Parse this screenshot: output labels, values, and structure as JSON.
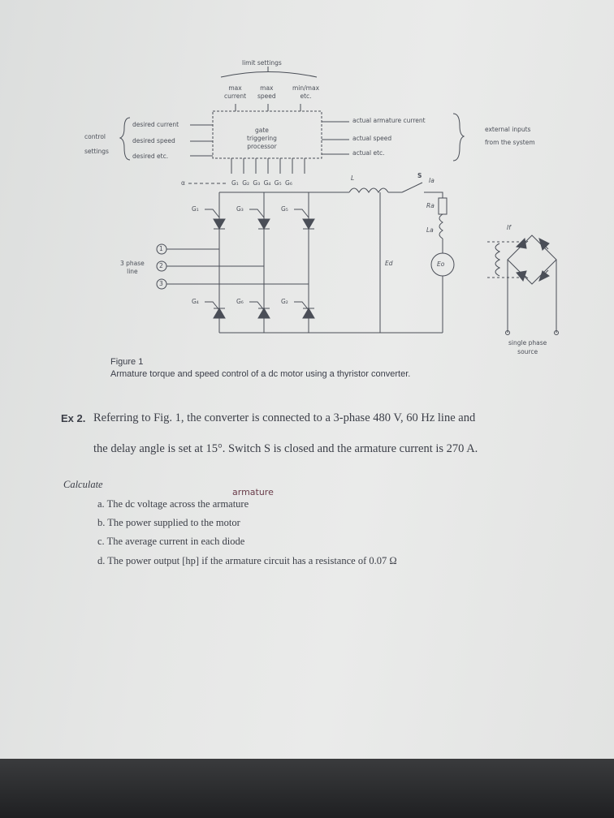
{
  "diagram": {
    "limit_settings": "limit settings",
    "max_current": "max\ncurrent",
    "max_speed": "max\nspeed",
    "min_max": "min/max\netc.",
    "control_settings": "control\nsettings",
    "desired_current": "desired current",
    "desired_speed": "desired speed",
    "desired_etc": "desired etc.",
    "gate_processor": "gate\ntriggering\nprocessor",
    "actual_armature_current": "actual armature current",
    "actual_speed": "actual speed",
    "actual_etc": "actual etc.",
    "external_inputs": "external inputs\nfrom the system",
    "alpha": "α",
    "gate_bus": "G₁  G₂  G₃  G₄  G₅  G₆",
    "g1": "G₁",
    "g3": "G₃",
    "g5": "G₅",
    "g4": "G₄",
    "g6": "G₆",
    "g2": "G₂",
    "phase_1": "1",
    "phase_2": "2",
    "phase_3": "3",
    "three_phase_line": "3 phase\nline",
    "inductor": "L",
    "switch": "S",
    "armature_current": "Ia",
    "ra": "Ra",
    "la": "La",
    "ed": "Ed",
    "eo": "Eo",
    "field_current": "If",
    "single_phase_source": "single phase\nsource"
  },
  "figure": {
    "title": "Figure  1",
    "caption": "Armature torque and speed control of a dc motor using a thyristor converter."
  },
  "exercise": {
    "label": "Ex 2.",
    "line1": "Referring to Fig. 1, the converter is connected to a 3-phase 480 V, 60 Hz line and",
    "line2": "the delay angle is set at 15°. Switch S is closed and the armature current is 270 A.",
    "calculate": "Calculate",
    "handwritten": "armature",
    "items": [
      "a.  The dc voltage across the armature",
      "b.  The power supplied to the motor",
      "c.  The average current in each diode",
      "d.  The power output [hp] if the armature circuit has a resistance of 0.07 Ω"
    ]
  }
}
